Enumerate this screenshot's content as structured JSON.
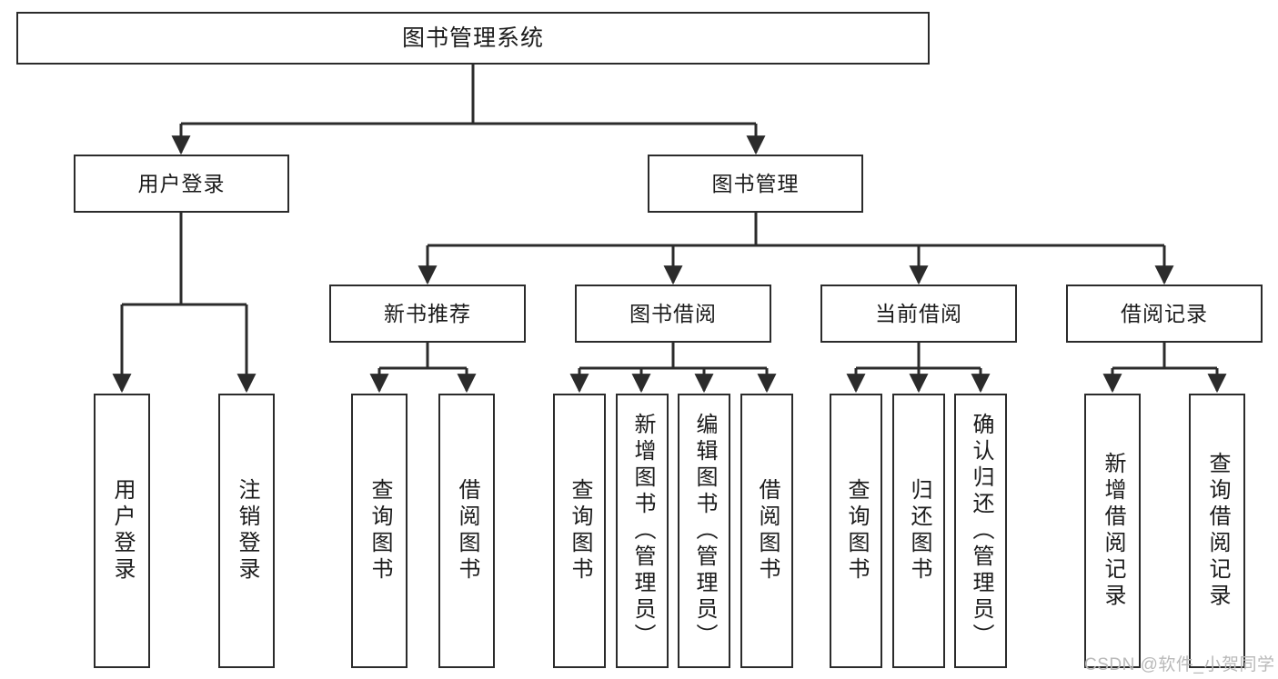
{
  "diagram": {
    "title": "图书管理系统",
    "type": "功能结构图",
    "watermark": "CSDN @软件_小贺同学",
    "colors": {
      "stroke": "#2b2b2b",
      "fill": "#ffffff",
      "text": "#1b1b1b",
      "watermark": "#b9b9b9"
    }
  },
  "nodes": {
    "root": {
      "label": "图书管理系统"
    },
    "level1": [
      {
        "id": "user-login",
        "label": "用户登录"
      },
      {
        "id": "book-manage",
        "label": "图书管理"
      }
    ],
    "level2": [
      {
        "id": "new-book-recommend",
        "label": "新书推荐"
      },
      {
        "id": "book-borrow",
        "label": "图书借阅"
      },
      {
        "id": "current-borrow",
        "label": "当前借阅"
      },
      {
        "id": "borrow-record",
        "label": "借阅记录"
      }
    ],
    "leaves": {
      "user-login": [
        {
          "id": "leaf-user-login",
          "label": "用户登录"
        },
        {
          "id": "leaf-logout",
          "label": "注销登录"
        }
      ],
      "new-book-recommend": [
        {
          "id": "leaf-query-book-1",
          "label": "查询图书"
        },
        {
          "id": "leaf-borrow-book-1",
          "label": "借阅图书"
        }
      ],
      "book-borrow": [
        {
          "id": "leaf-query-book-2",
          "label": "查询图书"
        },
        {
          "id": "leaf-add-book",
          "label": "新增图书（管理员）"
        },
        {
          "id": "leaf-edit-book",
          "label": "编辑图书（管理员）"
        },
        {
          "id": "leaf-borrow-book-2",
          "label": "借阅图书"
        }
      ],
      "current-borrow": [
        {
          "id": "leaf-query-book-3",
          "label": "查询图书"
        },
        {
          "id": "leaf-return-book",
          "label": "归还图书"
        },
        {
          "id": "leaf-confirm-return",
          "label": "确认归还（管理员）"
        }
      ],
      "borrow-record": [
        {
          "id": "leaf-add-record",
          "label": "新增借阅记录"
        },
        {
          "id": "leaf-query-record",
          "label": "查询借阅记录"
        }
      ]
    }
  }
}
